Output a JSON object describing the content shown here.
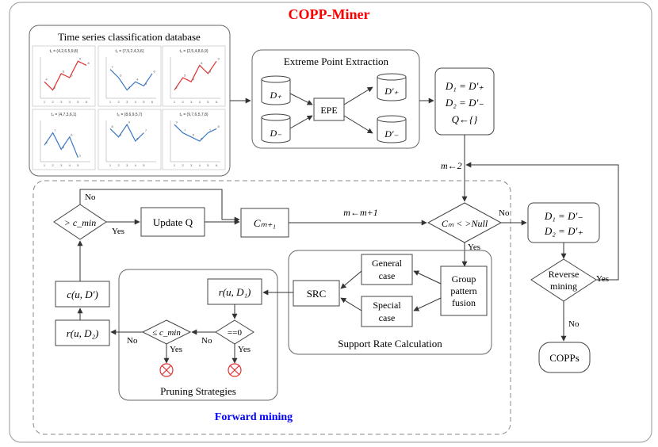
{
  "title": "COPP-Miner",
  "colors": {
    "title": "#ff0000",
    "forward": "#0000ff",
    "line_red": "#e03030",
    "line_blue": "#3a78c2",
    "prune": "#e03030"
  },
  "database": {
    "label": "Time series classification database",
    "series": [
      {
        "label": "t₁ = (4,2,6,5,9,8)",
        "values": [
          4,
          2,
          6,
          5,
          9,
          8
        ],
        "color": "red"
      },
      {
        "label": "t₂ = (7,5,2,4,3,6)",
        "values": [
          7,
          5,
          2,
          4,
          3,
          6
        ],
        "color": "blue"
      },
      {
        "label": "t₃ = (2,5,4,8,6,9)",
        "values": [
          2,
          5,
          4,
          8,
          6,
          9
        ],
        "color": "red"
      },
      {
        "label": "t₄ = (4,7,3,6,1)",
        "values": [
          4,
          7,
          3,
          6,
          1
        ],
        "color": "blue"
      },
      {
        "label": "t₅ = (8,6,9,5,7)",
        "values": [
          8,
          6,
          9,
          5,
          7
        ],
        "color": "blue"
      },
      {
        "label": "t₆ = (9,7,6,5,7,8)",
        "values": [
          9,
          7,
          6,
          5,
          7,
          8
        ],
        "color": "blue"
      }
    ]
  },
  "extreme": {
    "label": "Extreme Point Extraction",
    "dplus": "D₊",
    "dminus": "D₋",
    "epe": "EPE",
    "dplus_p": "D'₊",
    "dminus_p": "D'₋"
  },
  "init": {
    "l1": "D₁ = D'₊",
    "l2": "D₂ = D'₋",
    "l3": "Q←{}"
  },
  "m_init": "m←2",
  "cnull": "Cₘ < >Null",
  "no1": "No",
  "yes1": "Yes",
  "swap": {
    "l1": "D₁ = D'₋",
    "l2": "D₂ = D'₊"
  },
  "reverse": {
    "l1": "Reverse",
    "l2": "mining"
  },
  "yes_rev": "Yes",
  "no_rev": "No",
  "copps": "COPPs",
  "m_inc": "m←m+1",
  "cm1": "Cₘ₊₁",
  "update": "Update Q",
  "gt_cmin": "> c_min",
  "no_top": "No",
  "yes_gt": "Yes",
  "c_u": "c(u, D')",
  "r_u2": "r(u, D₂)",
  "r_u1": "r(u, D₁)",
  "le_cmin": "≤ c_min",
  "eq0": "==0",
  "no_le": "No",
  "no_eq": "No",
  "yes_le": "Yes",
  "yes_eq": "Yes",
  "src": "SRC",
  "general": {
    "l1": "General",
    "l2": "case"
  },
  "special": {
    "l1": "Special",
    "l2": "case"
  },
  "group": {
    "l1": "Group",
    "l2": "pattern",
    "l3": "fusion"
  },
  "src_label": "Support Rate Calculation",
  "pruning_label": "Pruning Strategies",
  "forward_label": "Forward mining"
}
